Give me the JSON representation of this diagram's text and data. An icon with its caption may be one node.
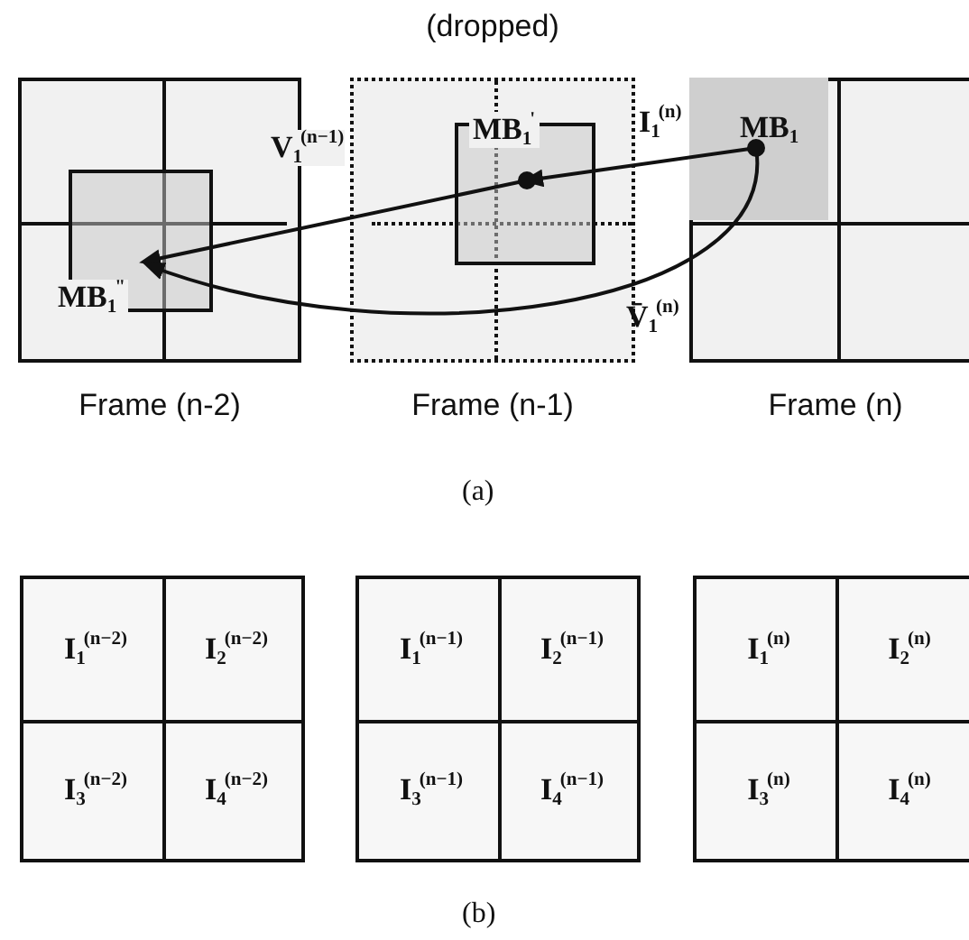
{
  "diagram": {
    "nodes": [
      {
        "text": [
          "Frame (n-2)"
        ]
      },
      {
        "text": [
          "Frame (n-1)"
        ],
        "beside": [
          "(dropped)"
        ]
      },
      {
        "text": [
          "Frame (n)"
        ]
      },
      {
        "text": [
          "MB$_{1}$$^{\"}$"
        ],
        "in": 0
      },
      {
        "text": [
          "MB$_{1}$$^{'}$"
        ],
        "in": 1
      },
      {
        "text": [
          "MB$_{1}$"
        ],
        "in": 2
      },
      {
        "text": [],
        "shape": "box"
      },
      {
        "text": [],
        "shape": "box"
      },
      {
        "text": [],
        "shape": "box"
      },
      {
        "text": [
          "I$_{1}$$^{(n−2)}$"
        ],
        "in": 6
      },
      {
        "text": [
          "I$_{2}$$^{(n−2)}$"
        ],
        "in": 6
      },
      {
        "text": [
          "I$_{3}$$^{(n−2)}$"
        ],
        "in": 6
      },
      {
        "text": [
          "I$_{4}$$^{(n−2)}$"
        ],
        "in": 6
      },
      {
        "text": [
          "I$_{1}$$^{(n−1)}$"
        ],
        "in": 7
      },
      {
        "text": [
          "I$_{2}$$^{(n−1)}$"
        ],
        "in": 7
      },
      {
        "text": [
          "I$_{3}$$^{(n−1)}$"
        ],
        "in": 7
      },
      {
        "text": [
          "I$_{4}$$^{(n−1)}$"
        ],
        "in": 7
      },
      {
        "text": [
          "I$_{1}$$^{(n)}$"
        ],
        "in": 8
      },
      {
        "text": [
          "I$_{2}$$^{(n)}$"
        ],
        "in": 8
      },
      {
        "text": [
          "I$_{3}$$^{(n)}$"
        ],
        "in": 8
      },
      {
        "text": [
          "I$_{4}$$^{(n)}$"
        ],
        "in": 8
      }
    ],
    "edges": [
      {
        "from": 5,
        "to": 4,
        "arrow": "to"
      },
      {
        "from": 4,
        "to": 3,
        "arrow": "to",
        "label": "V$_{1}$$^{(n−1)}$"
      },
      {
        "from": 5,
        "to": 3,
        "arrow": "to",
        "label": "V̄$_{1}$$^{(n)}$"
      }
    ],
    "labels": [
      "I$_{1}$$^{(n)}$",
      "(a)",
      "(b)"
    ]
  }
}
